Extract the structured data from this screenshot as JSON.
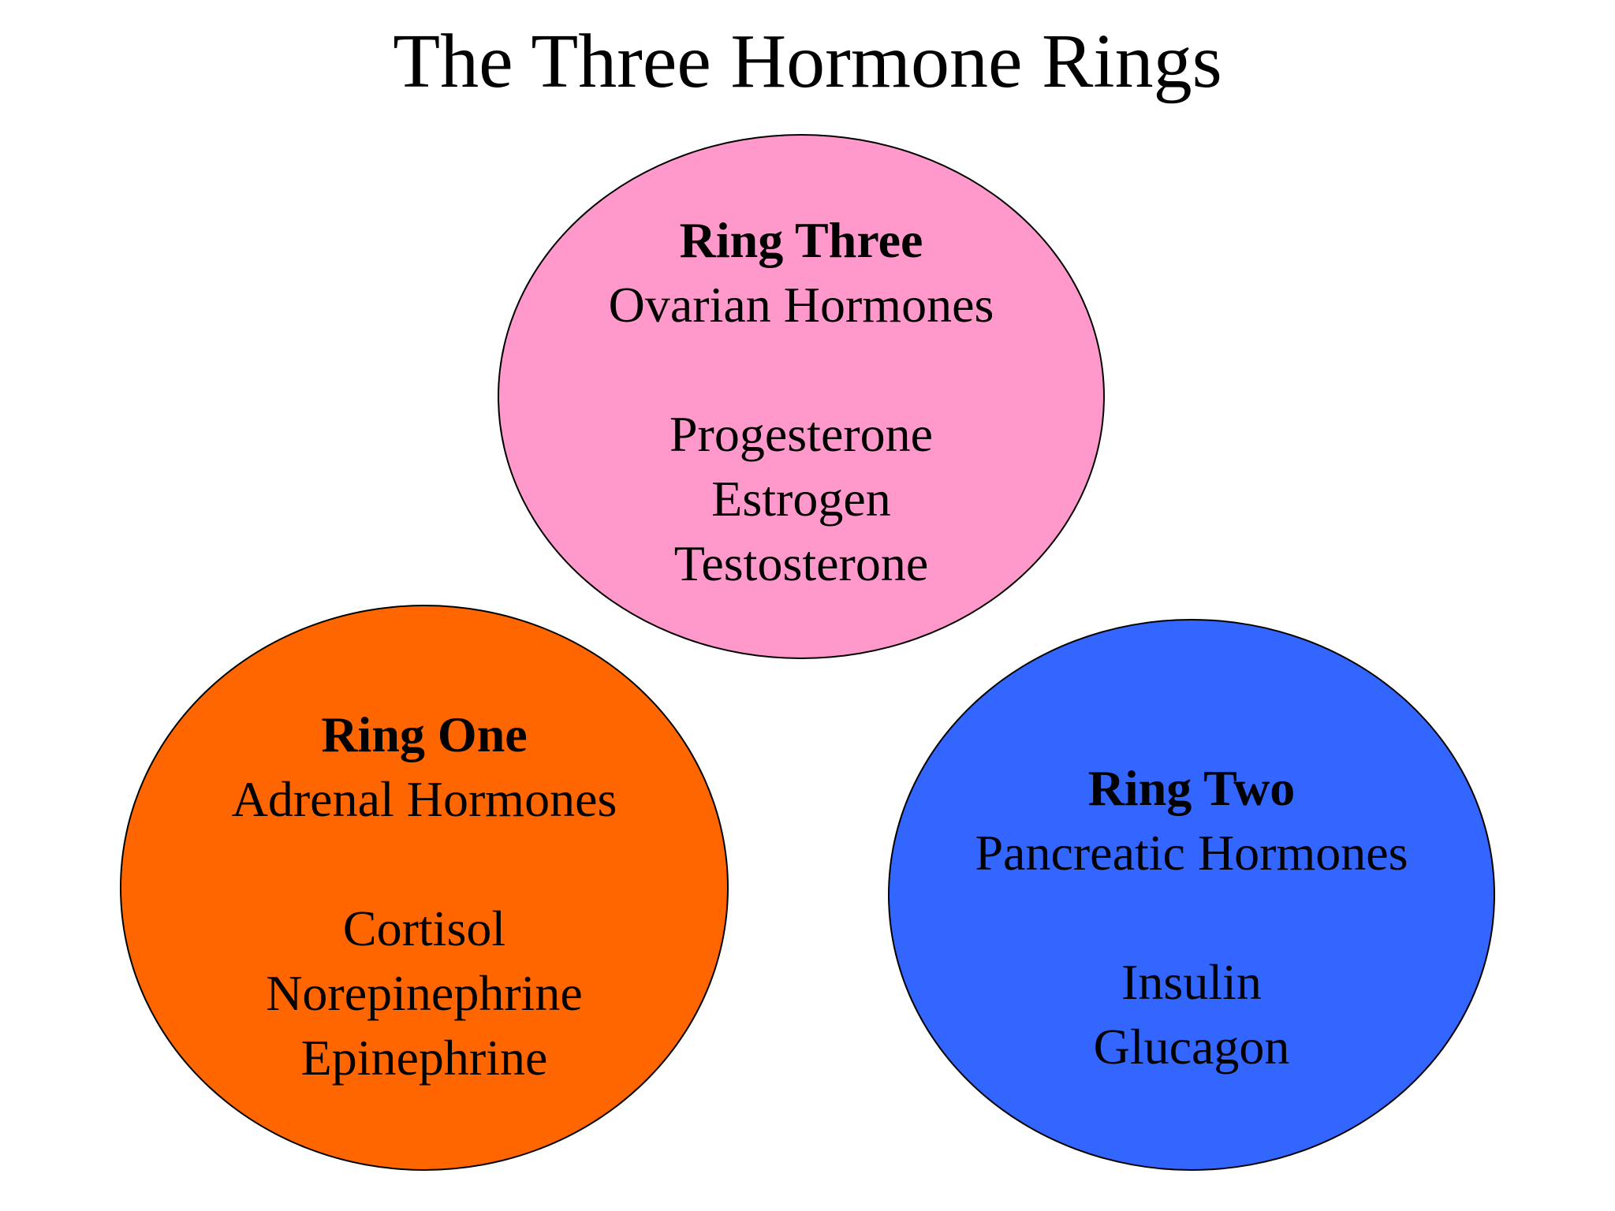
{
  "title": "The Three Hormone Rings",
  "rings": [
    {
      "name": "Ring Three",
      "group": "Ovarian Hormones",
      "hormones": [
        "Progesterone",
        "Estrogen",
        "Testosterone"
      ],
      "color": "#FF99CC"
    },
    {
      "name": "Ring One",
      "group": "Adrenal Hormones",
      "hormones": [
        "Cortisol",
        "Norepinephrine",
        "Epinephrine"
      ],
      "color": "#FF6600"
    },
    {
      "name": "Ring Two",
      "group": "Pancreatic Hormones",
      "hormones": [
        "Insulin",
        "Glucagon"
      ],
      "color": "#3366FF"
    }
  ]
}
